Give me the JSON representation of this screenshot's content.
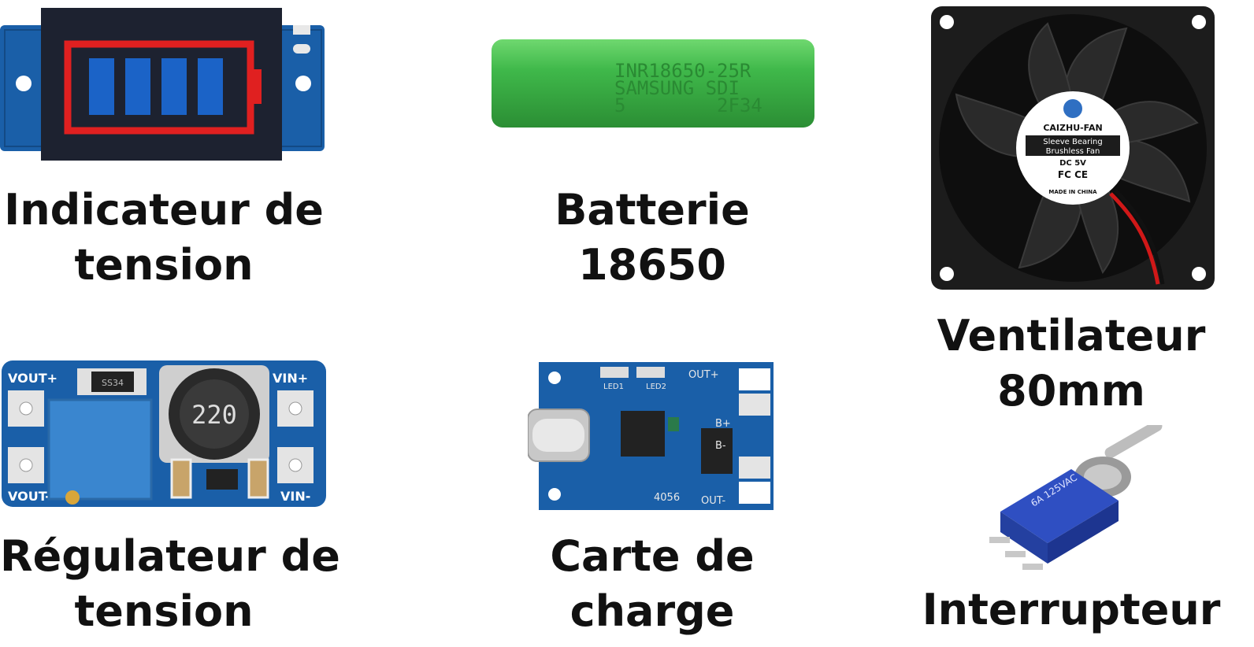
{
  "items": [
    {
      "id": "indicateur",
      "caption_line1": "Indicateur de",
      "caption_line2": "tension"
    },
    {
      "id": "batterie",
      "caption_line1": "Batterie",
      "caption_line2": "18650",
      "print_line1": "INR18650-25R",
      "print_line2": "SAMSUNG  SDI",
      "print_line3": "5        2F34"
    },
    {
      "id": "ventilateur",
      "caption_line1": "Ventilateur",
      "caption_line2": "80mm",
      "label_brand": "CAIZHU-FAN",
      "label_line1": "Sleeve Bearing",
      "label_line2": "Brushless Fan",
      "label_line3": "DC  5V",
      "label_line4": "FC  CE",
      "label_line5": "MADE IN CHINA"
    },
    {
      "id": "regulateur",
      "caption_line1": "Régulateur de",
      "caption_line2": "tension",
      "pcb_vout_plus": "VOUT+",
      "pcb_vout_minus": "VOUT-",
      "pcb_vin_plus": "VIN+",
      "pcb_vin_minus": "VIN-",
      "pcb_inductor": "220",
      "pcb_diode": "SS34"
    },
    {
      "id": "carte",
      "caption_line1": "Carte de",
      "caption_line2": "charge",
      "pcb_out_plus": "OUT+",
      "pcb_out_minus": "OUT-",
      "pcb_b_plus": "B+",
      "pcb_b_minus": "B-",
      "pcb_led1": "LED1",
      "pcb_led2": "LED2",
      "pcb_chip": "4056"
    },
    {
      "id": "interrupteur",
      "caption_line1": "Interrupteur",
      "switch_text": "6A 125VAC"
    }
  ],
  "colors": {
    "pcb_blue": "#1a5fa8",
    "battery_green": "#3fb84a",
    "indicator_red": "#e02020",
    "indicator_blue": "#1b63c7"
  }
}
